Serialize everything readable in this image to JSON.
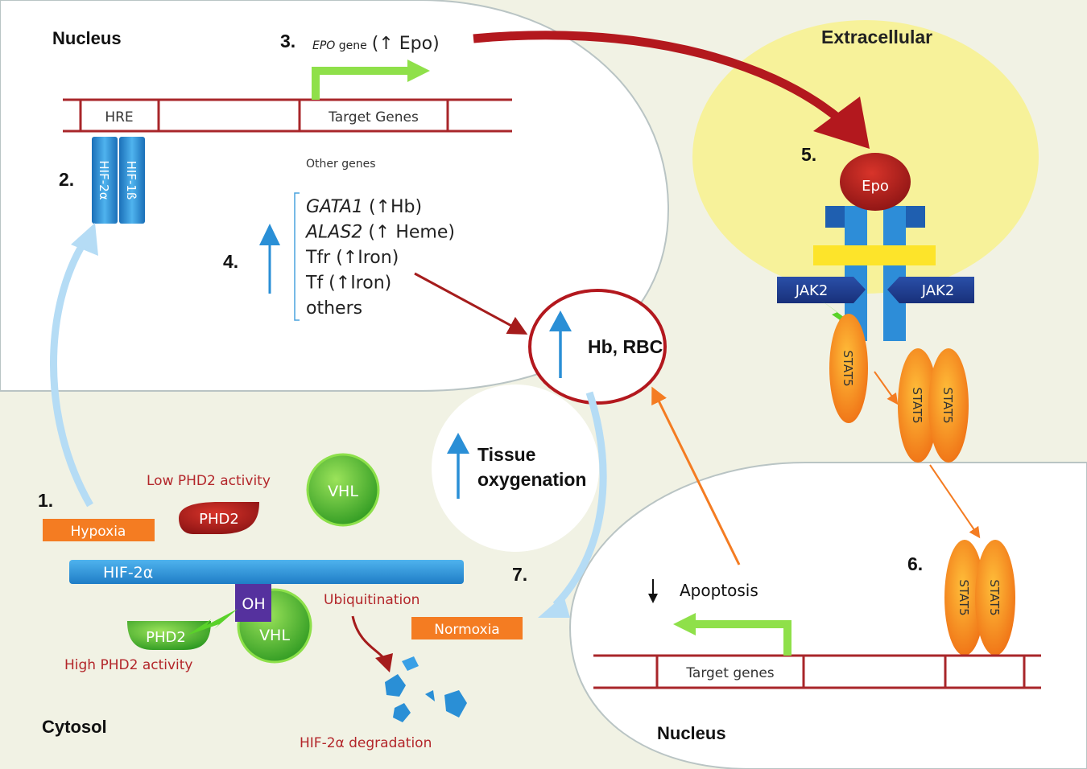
{
  "compartments": {
    "nucleus_top": "Nucleus",
    "extracellular": "Extracellular",
    "cytosol": "Cytosol",
    "nucleus_bottom": "Nucleus"
  },
  "steps": {
    "s1": "1.",
    "s2": "2.",
    "s3": "3.",
    "s4": "4.",
    "s5": "5.",
    "s6": "6.",
    "s7": "7."
  },
  "nucleus": {
    "hre": "HRE",
    "target_genes": "Target Genes",
    "epo_gene_italic": "EPO",
    "epo_gene_suffix": " gene",
    "epo_effect": "(↑ Epo)",
    "hif2a": "HIF-2α",
    "hif1b": "HIF-1ß",
    "other_genes_title": "Other genes",
    "genes": [
      {
        "name": "GATA1",
        "effect": " (↑Hb)",
        "italic": true
      },
      {
        "name": "ALAS2",
        "effect": " (↑ Heme)",
        "italic": true
      },
      {
        "name": "Tfr",
        "effect": " (↑Iron)",
        "italic": false
      },
      {
        "name": "Tf",
        "effect": " (↑Iron)",
        "italic": false
      },
      {
        "name": "others",
        "effect": "",
        "italic": false
      }
    ]
  },
  "center": {
    "hb_rbc": "Hb, RBC",
    "tissue_line1": "Tissue",
    "tissue_line2": "oxygenation"
  },
  "receptor": {
    "epo": "Epo",
    "jak2_left": "JAK2",
    "jak2_right": "JAK2",
    "stat5": "STAT5"
  },
  "cytosol": {
    "low_phd2": "Low PHD2 activity",
    "phd2": "PHD2",
    "vhl": "VHL",
    "hypoxia": "Hypoxia",
    "hif2a": "HIF-2α",
    "oh": "OH",
    "ubiquitination": "Ubiquitination",
    "normoxia": "Normoxia",
    "high_phd2": "High PHD2 activity",
    "degradation": "HIF-2α degradation"
  },
  "bottom_nucleus": {
    "apoptosis": "Apoptosis",
    "target_genes": "Target genes"
  },
  "colors": {
    "background": "#f1f2e4",
    "nucleus_fill": "#ffffff",
    "extracellular": "#f7f29a",
    "dna_line": "#a8262a",
    "hif_blue": "#2a8fd6",
    "orange": "#f47c22",
    "green_arrow": "#8fe04a",
    "dark_red": "#a51c1c",
    "light_blue_arrow": "#b5dcf5"
  }
}
